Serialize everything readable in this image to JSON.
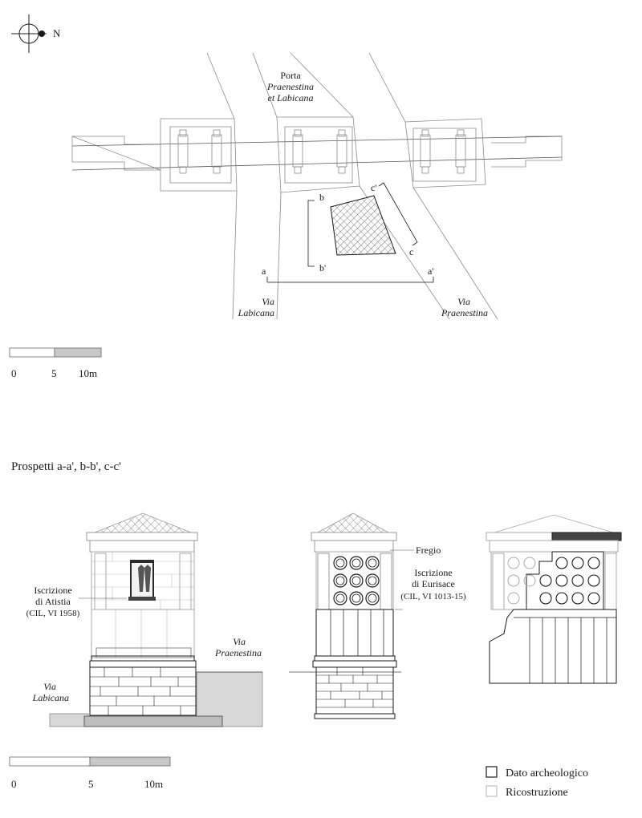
{
  "compass": {
    "north_label": "N",
    "icon": "compass-north-icon"
  },
  "plan": {
    "porta_line1": "Porta",
    "porta_line2": "Praenestina",
    "porta_line3": "et Labicana",
    "section_labels": {
      "a": "a",
      "a_prime": "a'",
      "b": "b",
      "b_prime": "b'",
      "c": "c",
      "c_prime": "c'"
    },
    "via_labicana_line1": "Via",
    "via_labicana_line2": "Labicana",
    "via_praenestina_line1": "Via",
    "via_praenestina_line2": "Praenestina",
    "scale": {
      "ticks": [
        "0",
        "5",
        "10m"
      ]
    }
  },
  "elevations": {
    "title": "Prospetti a-a', b-b', c-c'",
    "atistia_line1": "Iscrizione",
    "atistia_line2": "di Atistia",
    "atistia_line3": "(CIL, VI 1958)",
    "via_praenestina_line1": "Via",
    "via_praenestina_line2": "Praenestina",
    "via_labicana_line1": "Via",
    "via_labicana_line2": "Labicana",
    "fregio": "Fregio",
    "eurisace_line1": "Iscrizione",
    "eurisace_line2": "di Eurisace",
    "eurisace_line3": "(CIL, VI 1013-15)",
    "scale": {
      "ticks": [
        "0",
        "5",
        "10m"
      ]
    }
  },
  "legend": {
    "items": [
      {
        "label": "Dato archeologico",
        "swatch_color": "#1a1a1a"
      },
      {
        "label": "Ricostruzione",
        "swatch_color": "#bdbdbd"
      }
    ]
  },
  "colors": {
    "ink": "#1a1a1a",
    "reconstruction": "#bdbdbd",
    "scale_fill": "#c8c8c8",
    "ground": "#9e9e9e"
  }
}
